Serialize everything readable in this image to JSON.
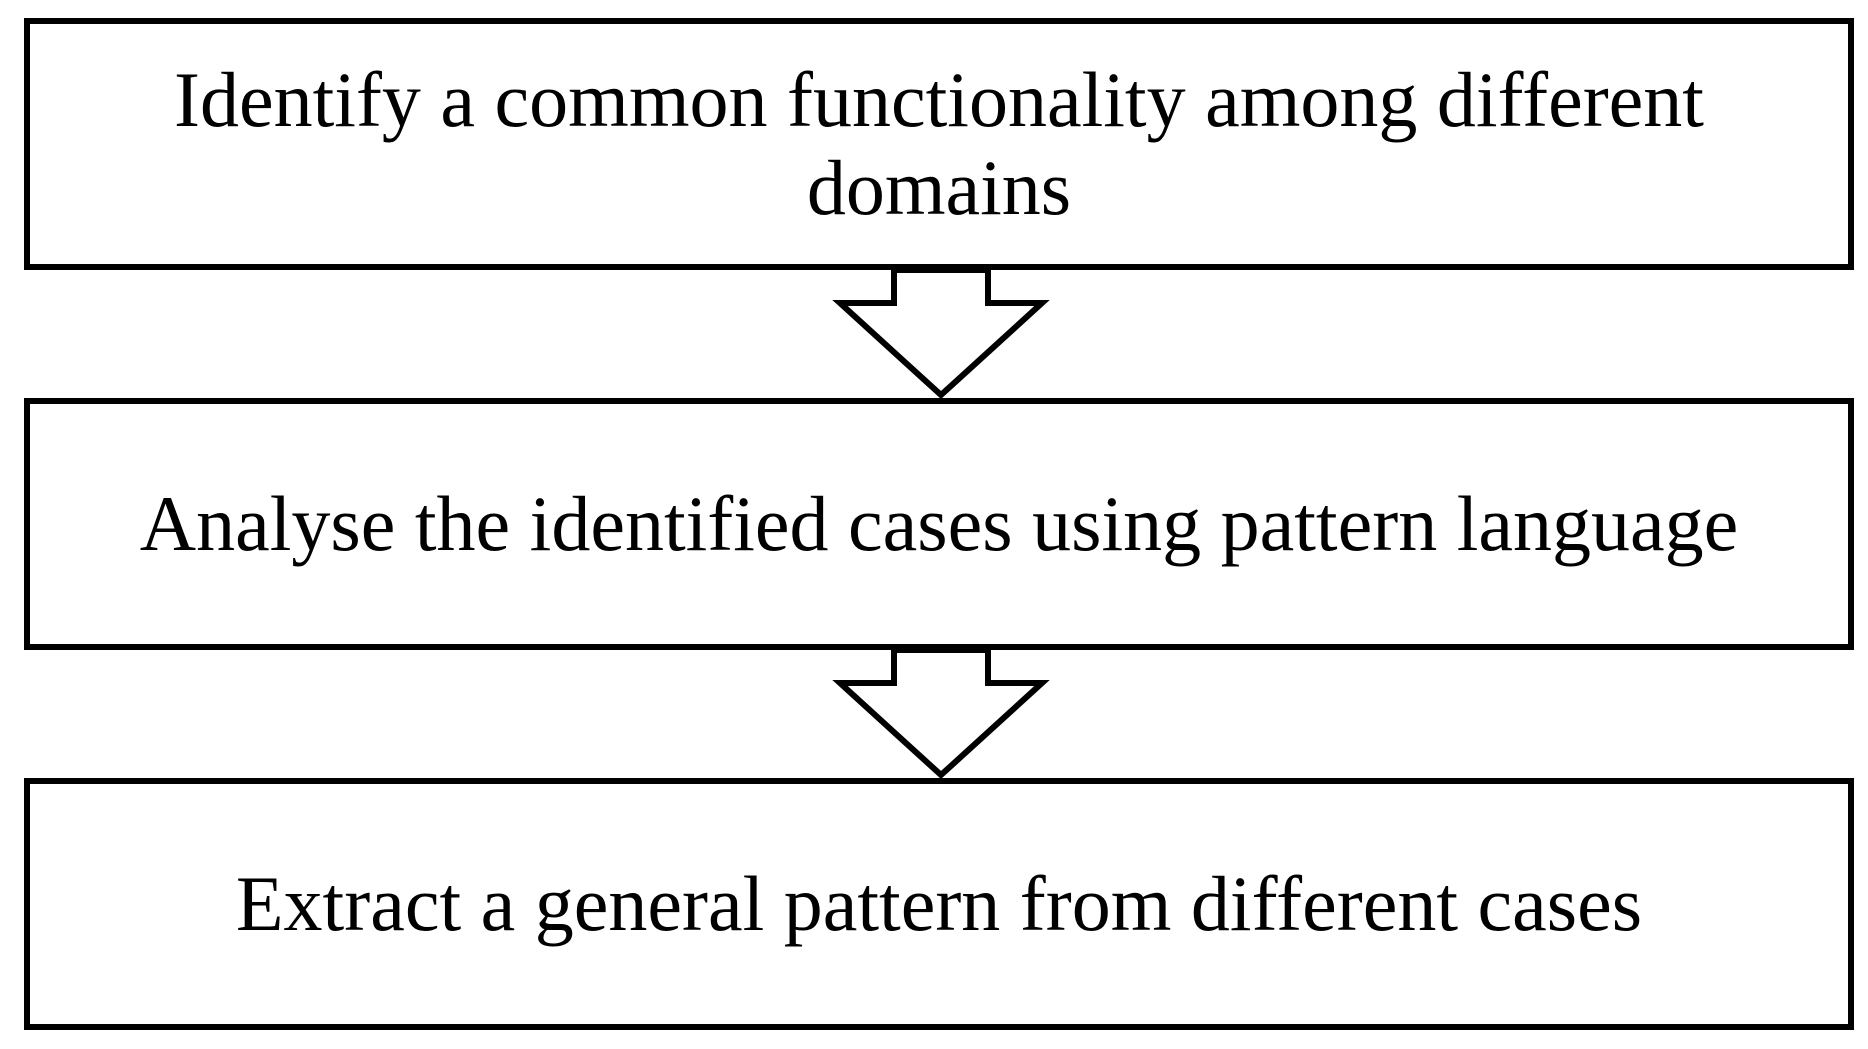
{
  "diagram": {
    "type": "flowchart",
    "direction": "top-to-bottom",
    "colors": {
      "stroke": "#000000",
      "fill": "#ffffff",
      "text": "#000000"
    },
    "steps": [
      {
        "label": "Identify a common functionality among different domains"
      },
      {
        "label": "Analyse the identified cases using pattern language"
      },
      {
        "label": "Extract a general pattern from different cases"
      }
    ],
    "connectors": [
      {
        "from": 0,
        "to": 1,
        "style": "hollow-block-arrow"
      },
      {
        "from": 1,
        "to": 2,
        "style": "hollow-block-arrow"
      }
    ]
  }
}
